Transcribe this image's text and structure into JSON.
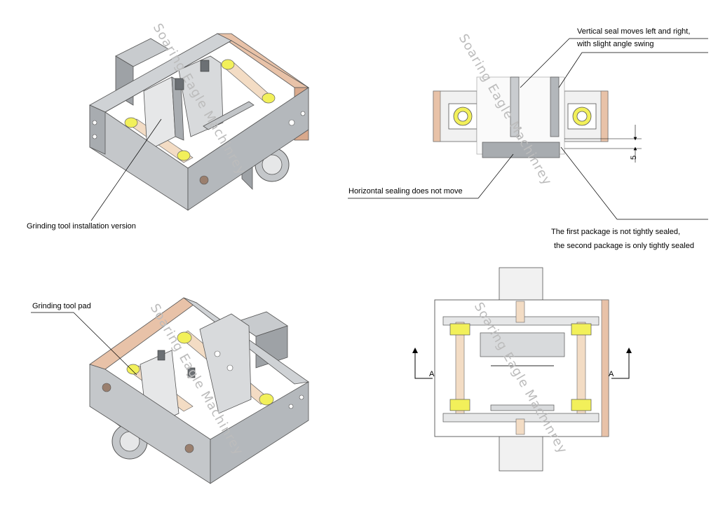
{
  "labels": {
    "grinding_tool_installation": "Grinding tool installation version",
    "grinding_tool_pad": "Grinding tool pad",
    "vertical_seal_line1": "Vertical seal moves left and right,",
    "vertical_seal_line2": "with slight angle swing",
    "horizontal_sealing": "Horizontal sealing does not move",
    "first_package_line1": "The first package is not tightly sealed,",
    "first_package_line2": "the second package is only tightly sealed",
    "dimension_5": "5",
    "section_a_left": "A",
    "section_a_right": "A"
  },
  "watermark": "Soaring Eagle Machinrey",
  "colors": {
    "steel": "#b9bcbf",
    "steel_dark": "#8e9296",
    "copper": "#e8c2a8",
    "yellow": "#f2f05a",
    "cream_rod": "#f3dcc4"
  }
}
